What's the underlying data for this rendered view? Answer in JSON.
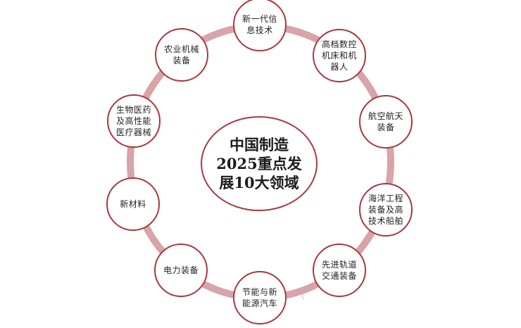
{
  "diagram": {
    "title": "中国制造\n2025重点发\n展10大领域",
    "colors": {
      "ring": "#d8a4a8",
      "node_border": "#a8383e",
      "text": "#222222",
      "background": "#ffffff"
    },
    "nodes": [
      {
        "id": "it",
        "label": "新一代信\n息技术"
      },
      {
        "id": "cnc",
        "label": "高档数控\n机床和机\n器人"
      },
      {
        "id": "aero",
        "label": "航空航天\n装备"
      },
      {
        "id": "ocean",
        "label": "海洋工程\n装备及高\n技术船舶"
      },
      {
        "id": "rail",
        "label": "先进轨道\n交通装备"
      },
      {
        "id": "nev",
        "label": "节能与新\n能源汽车"
      },
      {
        "id": "power",
        "label": "电力装备"
      },
      {
        "id": "material",
        "label": "新材料"
      },
      {
        "id": "bio",
        "label": "生物医药\n及高性能\n医疗器械"
      },
      {
        "id": "agri",
        "label": "农业机械\n装备"
      }
    ]
  }
}
